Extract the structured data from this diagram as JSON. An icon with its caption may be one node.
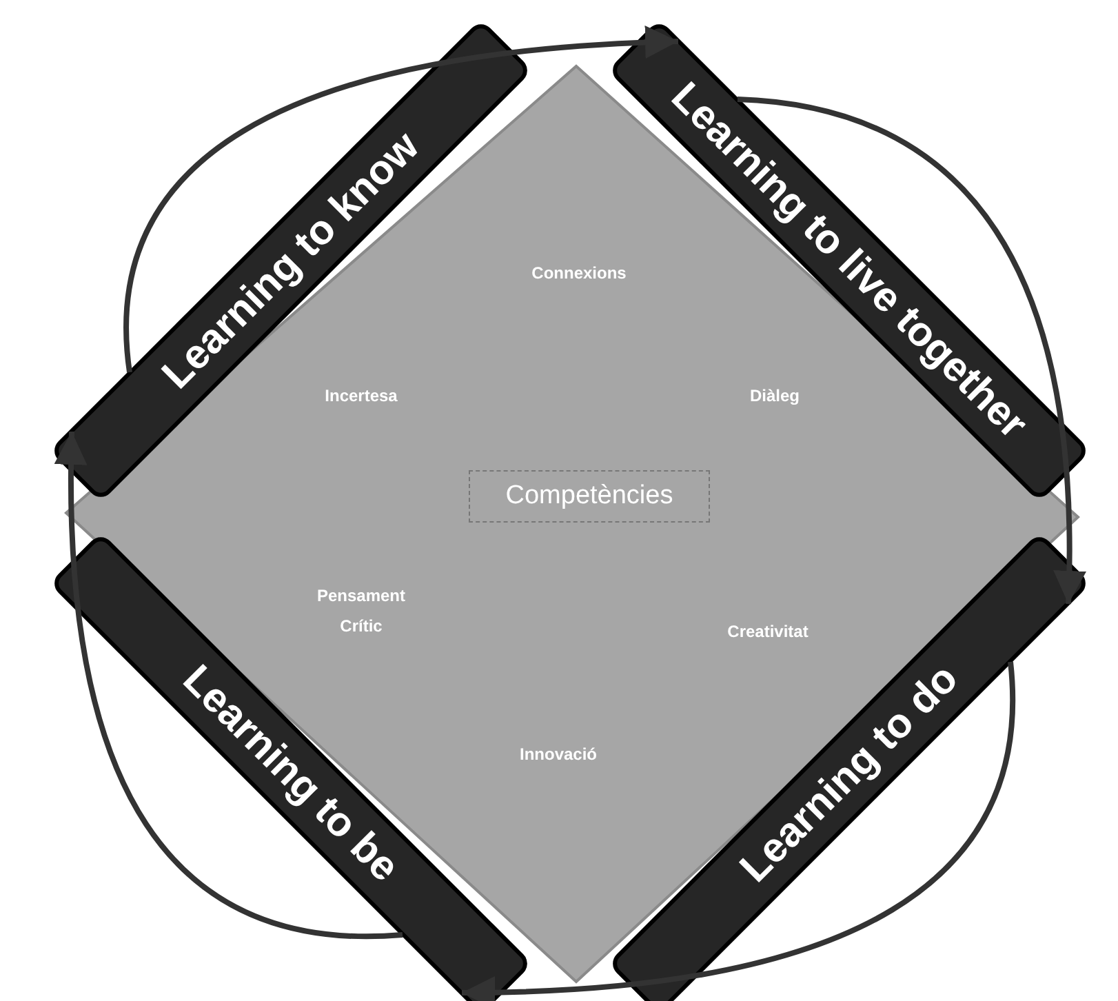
{
  "diagram": {
    "nodes": [
      {
        "text": [],
        "shape": "diamond"
      },
      {
        "text": [
          "Competències"
        ],
        "in": 0
      },
      {
        "text": [
          "Learning to know"
        ]
      },
      {
        "text": [
          "Learning to live together"
        ]
      },
      {
        "text": [
          "Learning to be"
        ]
      },
      {
        "text": [
          "Learning to do"
        ]
      }
    ],
    "edges": [
      {
        "from": 2,
        "to": 3,
        "arrow": "to"
      },
      {
        "from": 3,
        "to": 5,
        "arrow": "to"
      },
      {
        "from": 5,
        "to": 4,
        "arrow": "to"
      },
      {
        "from": 4,
        "to": 2,
        "arrow": "to"
      }
    ],
    "labels": [
      "Connexions",
      "Incertesa",
      "Diàleg",
      "Pensament Crític",
      "Creativitat",
      "Innovació"
    ]
  }
}
